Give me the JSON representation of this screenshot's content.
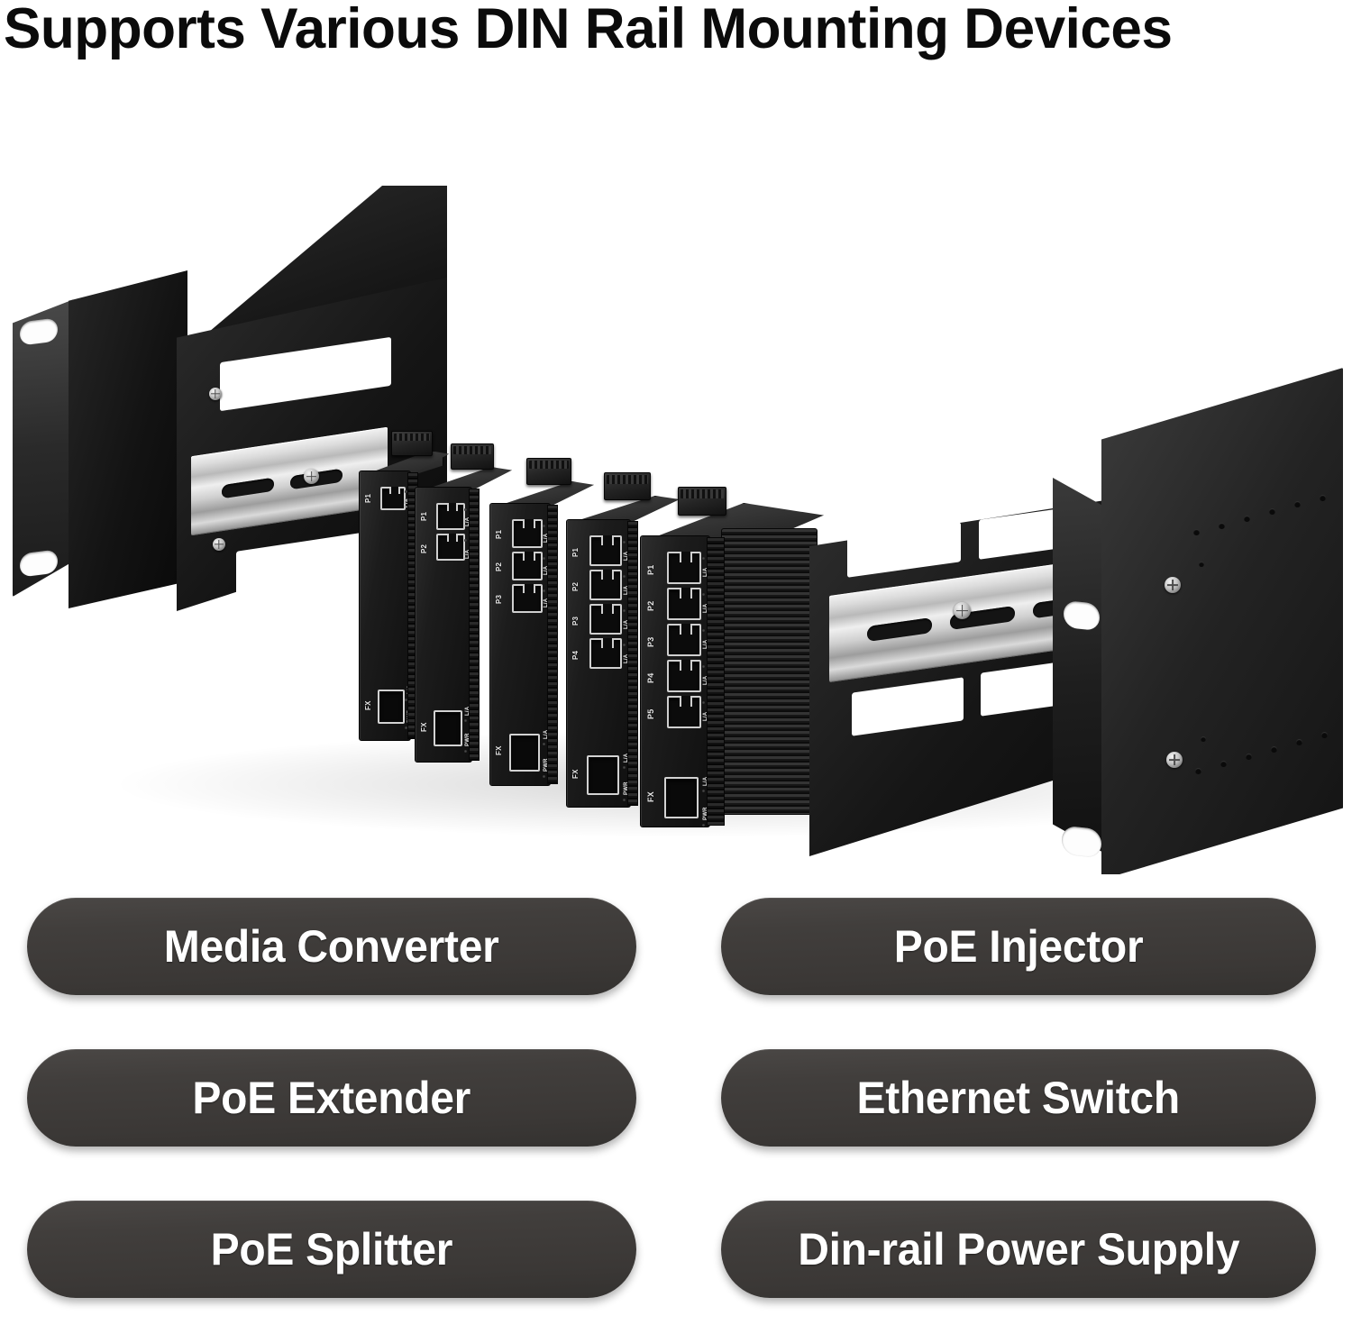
{
  "header": {
    "title": "Supports Various DIN Rail Mounting Devices"
  },
  "product_photo": {
    "alt": "1U rack mount DIN rail bracket with five DIN rail devices mounted",
    "components": {
      "rack_ear_left": "rack-ear-bracket-left",
      "rack_ear_right": "rack-ear-bracket-right",
      "din_rail_left": "din-rail-aluminum-left",
      "din_rail_right": "din-rail-aluminum-right",
      "mounting_plate": "perforated-mounting-plate"
    },
    "devices": [
      {
        "name": "1-port media converter",
        "ports": [
          "P1"
        ],
        "fiber_label": "FX",
        "power_label": "PWR",
        "link_label": "L/A"
      },
      {
        "name": "2-port device",
        "ports": [
          "P1",
          "P2"
        ],
        "fiber_label": "FX",
        "power_label": "PWR",
        "link_label": "L/A"
      },
      {
        "name": "3-port device",
        "ports": [
          "P1",
          "P2",
          "P3"
        ],
        "fiber_label": "FX",
        "power_label": "PWR",
        "link_label": "L/A"
      },
      {
        "name": "4-port device",
        "ports": [
          "P1",
          "P2",
          "P3",
          "P4"
        ],
        "fiber_label": "FX",
        "power_label": "PWR",
        "link_label": "L/A"
      },
      {
        "name": "5-port ethernet switch",
        "ports": [
          "P1",
          "P2",
          "P3",
          "P4",
          "P5"
        ],
        "fiber_label": "FX",
        "power_label": "PWR",
        "link_label": "L/A"
      }
    ]
  },
  "device_tags": {
    "rows": [
      {
        "left": "Media Converter",
        "right": "PoE Injector"
      },
      {
        "left": "PoE Extender",
        "right": "Ethernet Switch"
      },
      {
        "left": "PoE Splitter",
        "right": "Din-rail Power Supply"
      }
    ]
  },
  "colors": {
    "background": "#ffffff",
    "title_text": "#0b0b0b",
    "pill_fill": "#413e3c",
    "pill_text": "#ffffff",
    "metal_black": "#1a1a1a",
    "din_rail_silver": "#d6d6d6"
  }
}
